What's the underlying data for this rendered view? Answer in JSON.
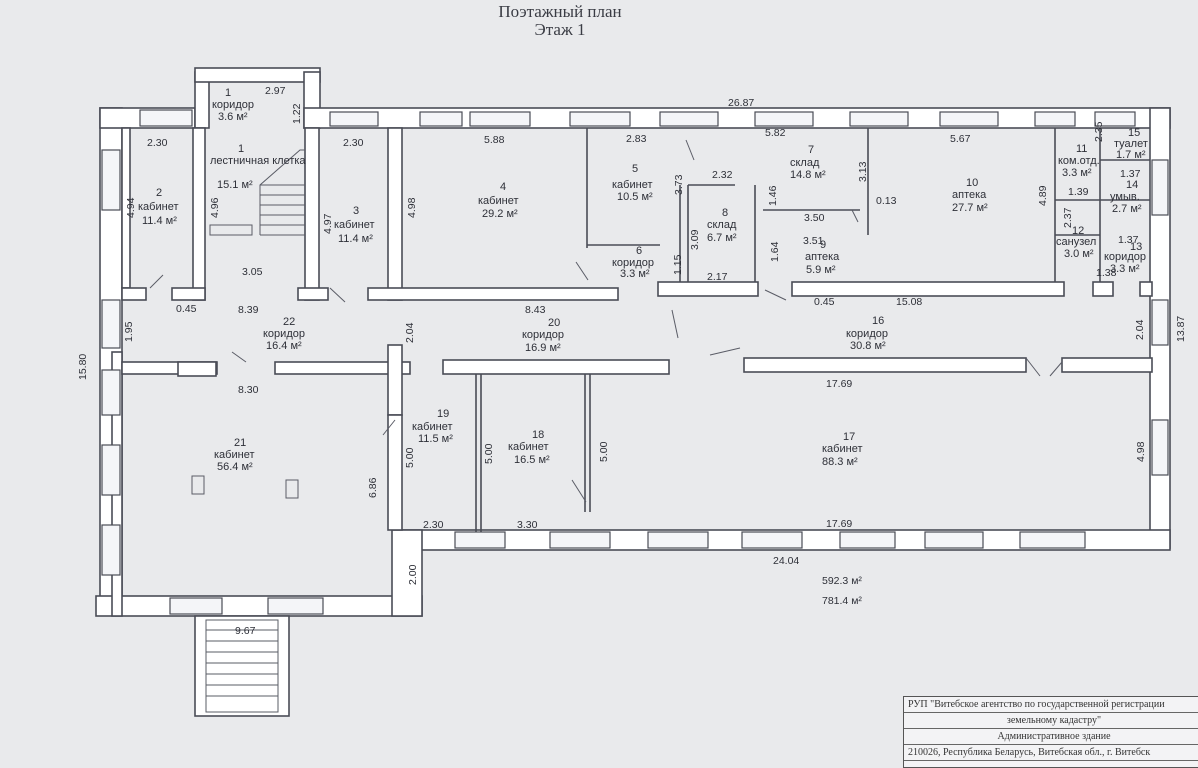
{
  "header": {
    "title": "Поэтажный план",
    "subtitle": "Этаж 1"
  },
  "rooms": [
    {
      "no": "1",
      "name": "коридор",
      "area": "3.6 м²"
    },
    {
      "no": "1",
      "name": "лестничная клетка",
      "area": "15.1 м²"
    },
    {
      "no": "2",
      "name": "кабинет",
      "area": "11.4 м²"
    },
    {
      "no": "3",
      "name": "кабинет",
      "area": "11.4 м²"
    },
    {
      "no": "4",
      "name": "кабинет",
      "area": "29.2 м²"
    },
    {
      "no": "5",
      "name": "кабинет",
      "area": "10.5 м²"
    },
    {
      "no": "6",
      "name": "коридор",
      "area": "3.3 м²"
    },
    {
      "no": "7",
      "name": "склад",
      "area": "14.8 м²"
    },
    {
      "no": "8",
      "name": "склад",
      "area": "6.7 м²"
    },
    {
      "no": "9",
      "name": "аптека",
      "area": "5.9 м²"
    },
    {
      "no": "10",
      "name": "аптека",
      "area": "27.7 м²"
    },
    {
      "no": "11",
      "name": "ком.отд.",
      "area": "3.3 м²"
    },
    {
      "no": "12",
      "name": "санузел",
      "area": "3.0 м²"
    },
    {
      "no": "13",
      "name": "коридор",
      "area": "3.3 м²"
    },
    {
      "no": "14",
      "name": "умыв.",
      "area": "2.7 м²"
    },
    {
      "no": "15",
      "name": "туалет",
      "area": "1.7 м²"
    },
    {
      "no": "16",
      "name": "коридор",
      "area": "30.8 м²"
    },
    {
      "no": "17",
      "name": "кабинет",
      "area": "88.3 м²"
    },
    {
      "no": "18",
      "name": "кабинет",
      "area": "16.5 м²"
    },
    {
      "no": "19",
      "name": "кабинет",
      "area": "11.5 м²"
    },
    {
      "no": "20",
      "name": "коридор",
      "area": "16.9 м²"
    },
    {
      "no": "21",
      "name": "кабинет",
      "area": "56.4 м²"
    },
    {
      "no": "22",
      "name": "коридор",
      "area": "16.4 м²"
    }
  ],
  "dimensions": [
    "26.87",
    "2.97",
    "1.22",
    "2.30",
    "2.30",
    "5.88",
    "2.83",
    "5.82",
    "5.67",
    "2.35",
    "4.94",
    "4.96",
    "4.97",
    "4.98",
    "3.73",
    "2.32",
    "1.46",
    "3.13",
    "0.13",
    "4.89",
    "1.37",
    "1.39",
    "3.09",
    "3.50",
    "1.15",
    "2.17",
    "1.64",
    "3.51",
    "2.37",
    "1.37",
    "1.38",
    "3.05",
    "0.45",
    "8.39",
    "8.43",
    "0.45",
    "15.08",
    "1.95",
    "2.04",
    "2.04",
    "13.87",
    "15.80",
    "8.30",
    "17.69",
    "5.00",
    "5.00",
    "5.00",
    "4.98",
    "6.86",
    "2.30",
    "3.30",
    "17.69",
    "24.04",
    "2.00",
    "9.67"
  ],
  "totals": {
    "living": "592.3 м²",
    "total": "781.4 м²"
  },
  "stamp": {
    "org_line1": "РУП \"Витебское агентство по государственной регистрации",
    "org_line2": "земельному кадастру\"",
    "object": "Административное здание",
    "address": "210026, Республика Беларусь, Витебская обл., г. Витебск"
  }
}
